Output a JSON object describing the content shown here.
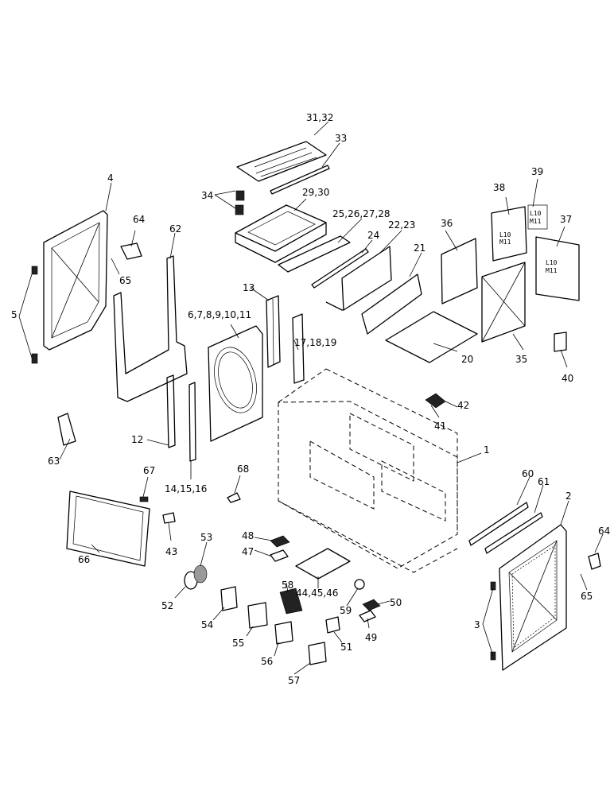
{
  "labels": {
    "p1": "1",
    "p2": "2",
    "p3": "3",
    "p4": "4",
    "p5": "5",
    "p6_11": "6,7,8,9,10,11",
    "p12": "12",
    "p13": "13",
    "p14_16": "14,15,16",
    "p17_19": "17,18,19",
    "p20": "20",
    "p21": "21",
    "p22_23": "22,23",
    "p24": "24",
    "p25_28": "25,26,27,28",
    "p29_30": "29,30",
    "p31_32": "31,32",
    "p33": "33",
    "p34": "34",
    "p35": "35",
    "p36": "36",
    "p37": "37",
    "p38": "38",
    "p39": "39",
    "p40": "40",
    "p41": "41",
    "p42": "42",
    "p43": "43",
    "p44_46": "44,45,46",
    "p47": "47",
    "p48": "48",
    "p49": "49",
    "p50": "50",
    "p51": "51",
    "p52": "52",
    "p53": "53",
    "p54": "54",
    "p55": "55",
    "p56": "56",
    "p57": "57",
    "p58": "58",
    "p59": "59",
    "p60": "60",
    "p61": "61",
    "p62": "62",
    "p63": "63",
    "p64a": "64",
    "p64b": "64",
    "p65a": "65",
    "p65b": "65",
    "p66": "66",
    "p67": "67",
    "p68": "68"
  },
  "decals": {
    "d39_l1": "L10",
    "d39_l2": "M11",
    "d38_l1": "L10",
    "d38_l2": "M11",
    "d37_l1": "L10",
    "d37_l2": "M11"
  }
}
